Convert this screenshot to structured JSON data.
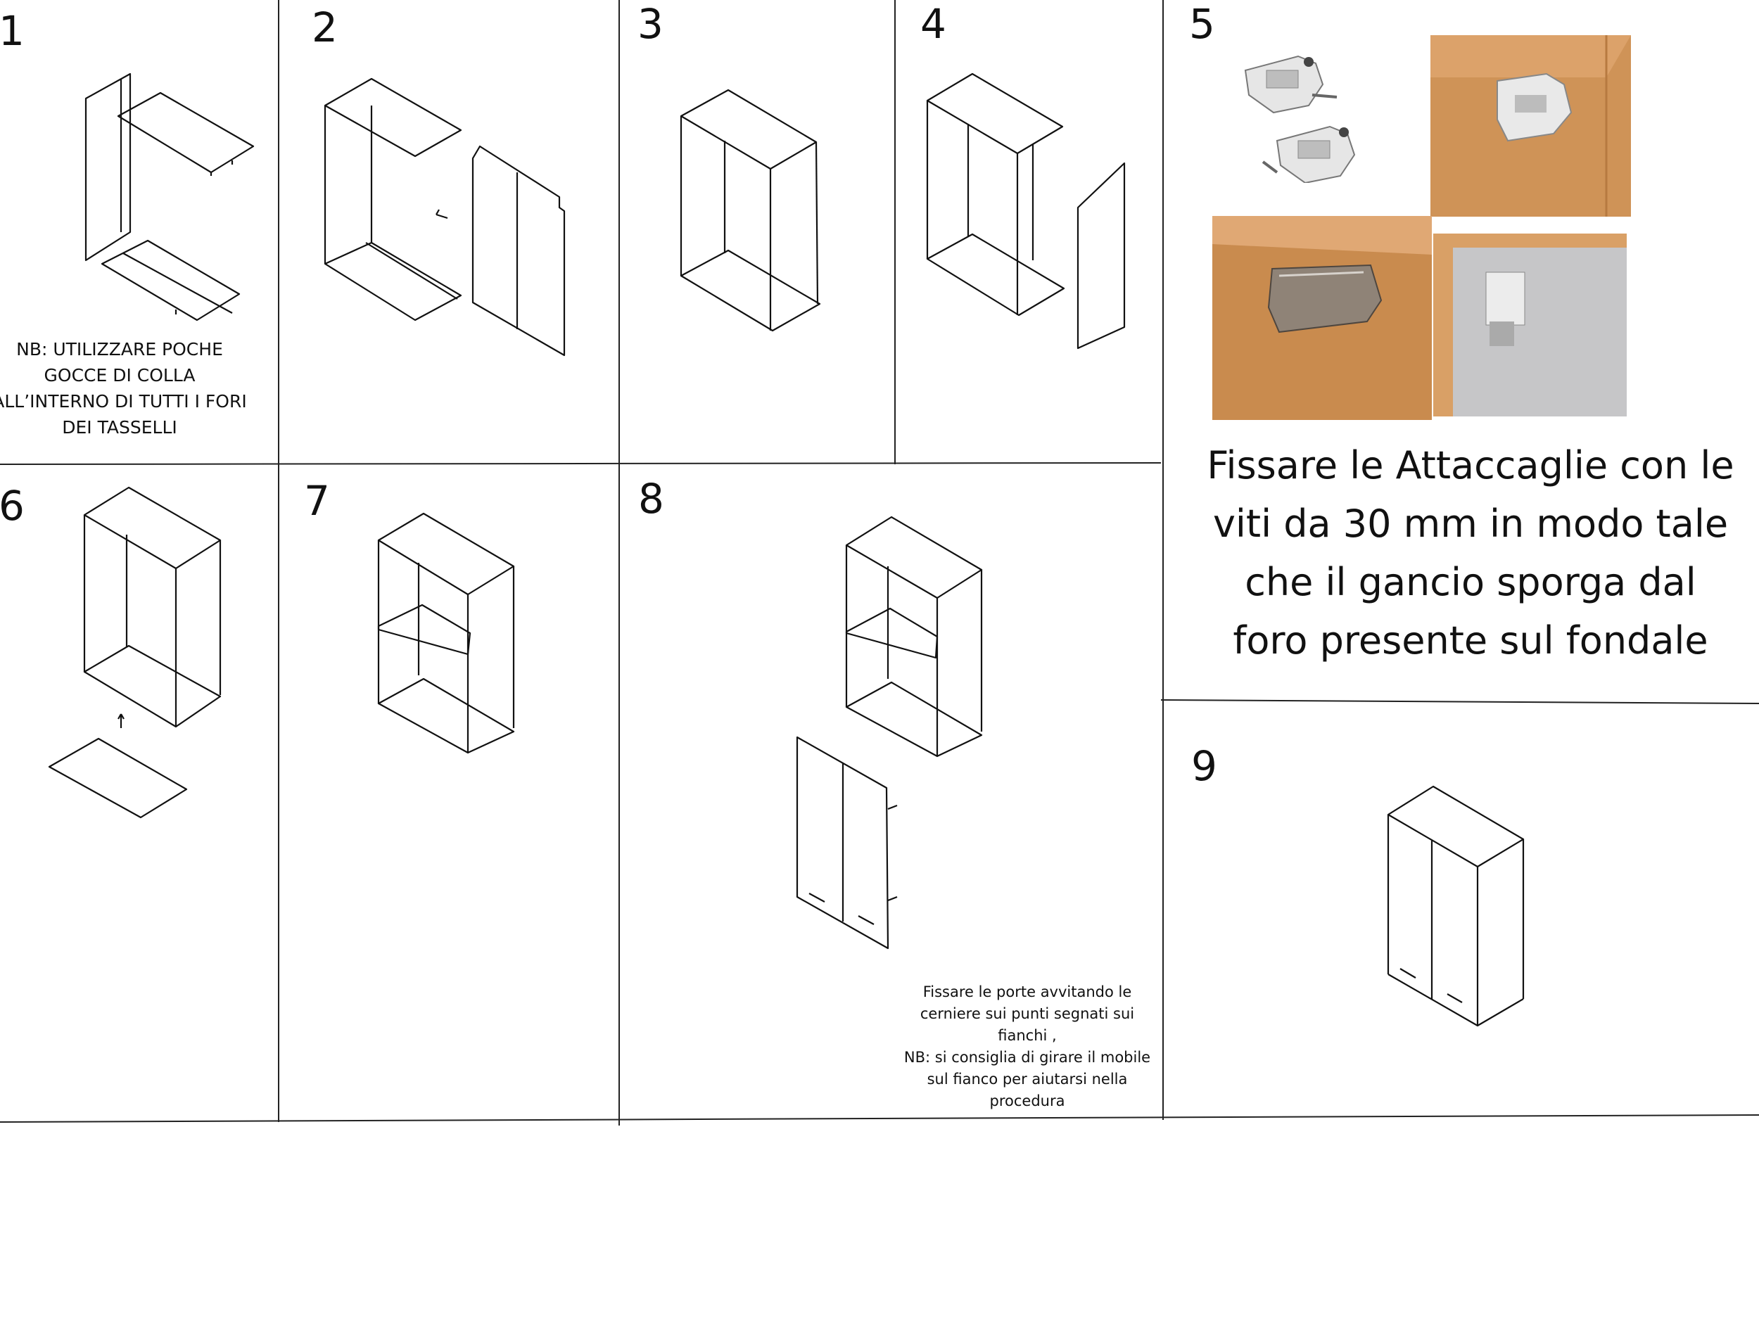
{
  "steps": [
    "1",
    "2",
    "3",
    "4",
    "5",
    "6",
    "7",
    "8",
    "9"
  ],
  "notes": {
    "glue_lines": [
      "NB: UTILIZZARE POCHE",
      "GOCCE DI COLLA",
      "ALL’INTERNO DI TUTTI I FORI",
      "DEI TASSELLI"
    ],
    "step5_lines": [
      "Fissare le Attaccaglie con le",
      "viti da 30 mm in modo tale",
      "che il gancio sporga dal",
      "foro presente sul fondale"
    ],
    "step8_lines": [
      "Fissare le porte avvitando le",
      "cerniere sui punti segnati sui",
      "fianchi ,",
      "NB: si consiglia di girare il mobile",
      "sul fianco per aiutarsi nella",
      "procedura"
    ]
  },
  "photos": {
    "bracket_parts": "bracket-hardware-icon",
    "wood_corner": "wood-corner-photo",
    "metal_hook": "metal-hook-photo",
    "frame_hook": "frame-hook-photo"
  },
  "colors": {
    "wood": "#c98b4e",
    "wood_light": "#d9a066",
    "panel_grey": "#c8c8c8",
    "line": "#111111"
  }
}
